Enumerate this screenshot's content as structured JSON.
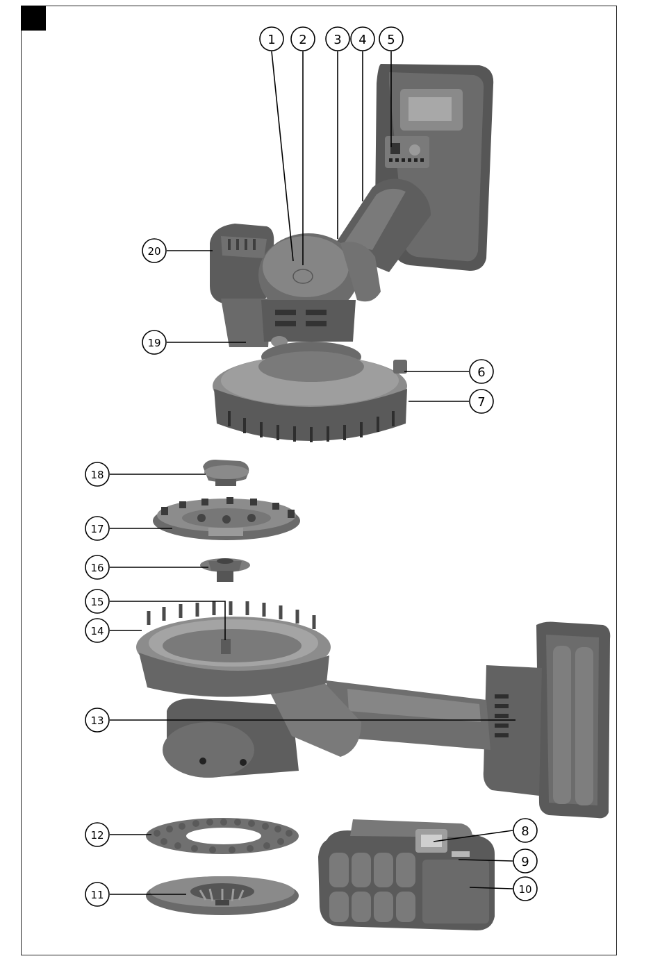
{
  "colors": {
    "frame": "#222222",
    "corner_mark": "#000000",
    "tool_dark": "#4a4a4a",
    "tool_mid": "#6e6e6e",
    "tool_light": "#9a9a9a",
    "tool_highlight": "#bdbdbd"
  },
  "callouts": [
    "1",
    "2",
    "3",
    "4",
    "5",
    "6",
    "7",
    "8",
    "9",
    "10",
    "11",
    "12",
    "13",
    "14",
    "15",
    "16",
    "17",
    "18",
    "19",
    "20"
  ],
  "parts": {
    "grinder_top": "grinder-assembled-icon",
    "nut": "clamping-nut-icon",
    "cup_wheel": "diamond-cup-wheel-icon",
    "flange": "backing-flange-icon",
    "guard_tool": "grinder-with-guard-icon",
    "brush_ring": "brush-ring-icon",
    "dust_shroud_disc": "shroud-disc-icon",
    "battery": "battery-pack-icon"
  }
}
